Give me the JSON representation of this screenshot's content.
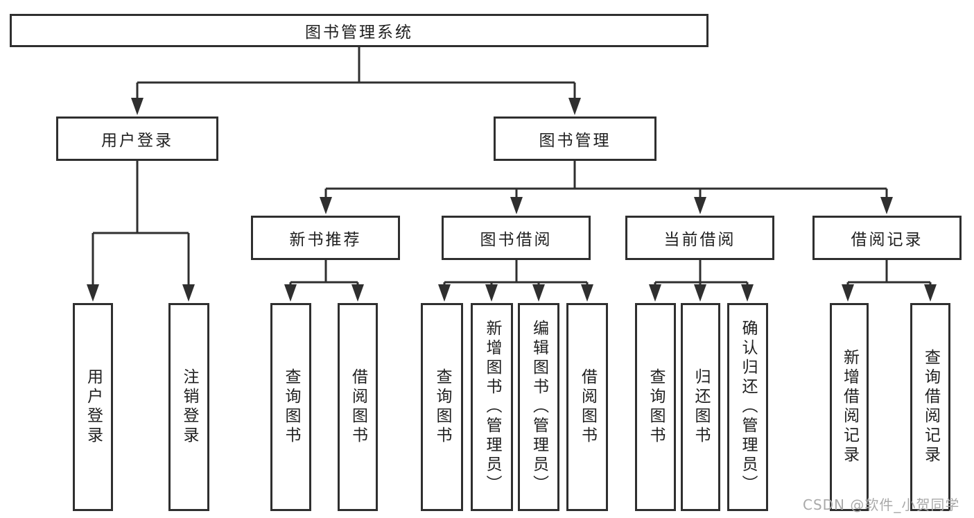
{
  "colors": {
    "line": "#2f2f2f",
    "box_border": "#2f2f2f",
    "box_background": "#ffffff",
    "text": "#1f1f1f",
    "watermark": "#a9a9a9"
  },
  "watermark": "CSDN @软件_小贺同学",
  "diagram": {
    "type": "tree",
    "title": "图书管理系统",
    "branches": [
      {
        "label": "用户登录",
        "children": [
          {
            "label": "用户登录"
          },
          {
            "label": "注销登录"
          }
        ]
      },
      {
        "label": "图书管理",
        "children": [
          {
            "label": "新书推荐",
            "children": [
              {
                "label": "查询图书"
              },
              {
                "label": "借阅图书"
              }
            ]
          },
          {
            "label": "图书借阅",
            "children": [
              {
                "label": "查询图书"
              },
              {
                "label": "新增图书（管理员）"
              },
              {
                "label": "编辑图书（管理员）"
              },
              {
                "label": "借阅图书"
              }
            ]
          },
          {
            "label": "当前借阅",
            "children": [
              {
                "label": "查询图书"
              },
              {
                "label": "归还图书"
              },
              {
                "label": "确认归还（管理员）"
              }
            ]
          },
          {
            "label": "借阅记录",
            "children": [
              {
                "label": "新增借阅记录"
              },
              {
                "label": "查询借阅记录"
              }
            ]
          }
        ]
      }
    ]
  }
}
